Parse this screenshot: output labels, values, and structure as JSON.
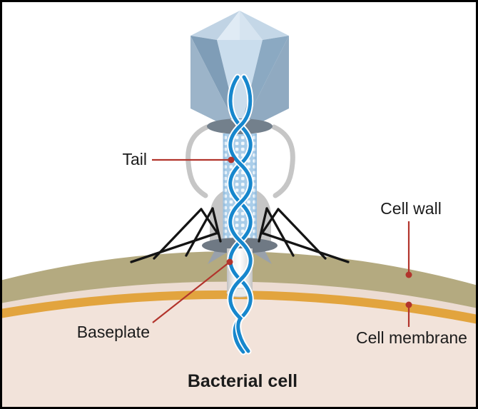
{
  "figure": {
    "type": "labeled-illustration",
    "subject": "bacteriophage-infecting-bacterial-cell"
  },
  "labels": {
    "tail": "Tail",
    "cell_wall": "Cell wall",
    "baseplate": "Baseplate",
    "cell_membrane": "Cell membrane",
    "bacterial_cell": "Bacterial cell"
  },
  "colors": {
    "background": "#ffffff",
    "border": "#000000",
    "text": "#1b1b1b",
    "annotation_red": "#b2342c",
    "dna_blue": "#1787cd",
    "head_top_left": "#c0d3e4",
    "head_top_mid_left": "#e0ebf5",
    "head_top_mid_right": "#d6e4f0",
    "head_top_right": "#c4d7e7",
    "head_center": "#cadded",
    "head_side_left": "#7f9db7",
    "head_side_right": "#8ba9c2",
    "head_corner_left": "#9cb4c9",
    "head_corner_right": "#90aac1",
    "collar": "#73808c",
    "whisker": "#c6c6c6",
    "sheath": "#a9cde9",
    "sheath_dot": "#ffffff",
    "baseplate": "#6f7984",
    "spike": "#99a1ab",
    "tube_light": "#ffffff",
    "tube_dark": "#c2c2c2",
    "fiber": "#141414",
    "cell_wall": "#b4aa80",
    "cell_gap": "#ecdcd2",
    "cell_membrane": "#e2a43e",
    "cell_interior": "#f2e3da"
  }
}
